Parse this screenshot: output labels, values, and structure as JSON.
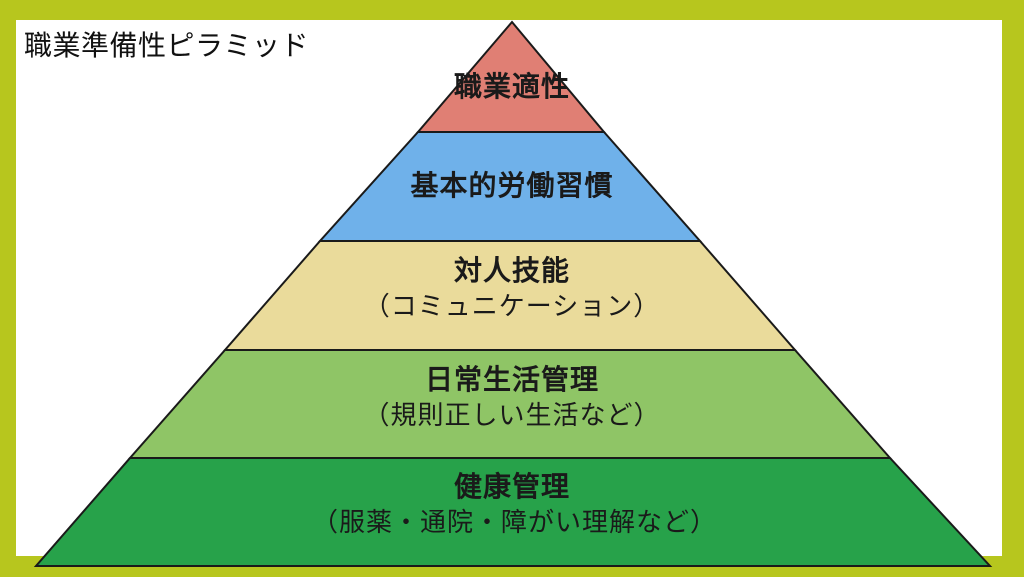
{
  "title": "職業準備性ピラミッド",
  "levels": [
    {
      "label": "職業適性",
      "sublabel": "",
      "color": "#e07f74"
    },
    {
      "label": "基本的労働習慣",
      "sublabel": "",
      "color": "#6fb1ea"
    },
    {
      "label": "対人技能",
      "sublabel": "（コミュニケーション）",
      "color": "#eadb9b"
    },
    {
      "label": "日常生活管理",
      "sublabel": "（規則正しい生活など）",
      "color": "#8fc566"
    },
    {
      "label": "健康管理",
      "sublabel": "（服薬・通院・障がい理解など）",
      "color": "#27a24a"
    }
  ]
}
